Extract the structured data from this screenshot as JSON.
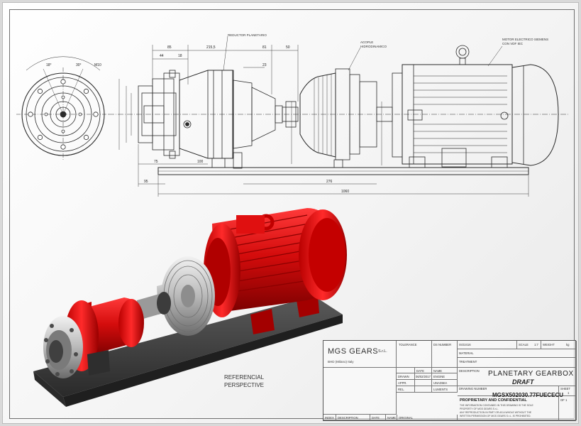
{
  "labels": {
    "reducer": "REDUCTOR PLANETARIO",
    "coupling_line1": "ACOPLE",
    "coupling_line2": "HIDRODINAMICO",
    "motor_line1": "MOTOR ELECTRICO SIEMENS",
    "motor_line2": "CON VDF IEC"
  },
  "dimensions": {
    "d1": "85",
    "d2": "215,5",
    "d3": "81",
    "d4": "50",
    "d5": "44",
    "d6": "18",
    "d7": "23",
    "d8": "75",
    "d9": "100",
    "d10": "95",
    "d11": "276",
    "d12": "1060",
    "d13": "M10",
    "d14": "18°",
    "d15": "30°"
  },
  "perspective_label_line1": "REFERENCIAL",
  "perspective_label_line2": "PERSPECTIVE",
  "title_block": {
    "company": "MGS GEARS",
    "company_suffix": "S.r.L.",
    "location": "BHD (Milano) Italy",
    "tolerance": "TOLERANCE",
    "ds_number": "DS NUMBER",
    "iso": "ISO2416",
    "scale_label": "SCALE",
    "scale_value": "1:7",
    "weight_label": "WEIGHT",
    "weight_unit": "kg",
    "material": "MATERIAL",
    "treatment": "TREATMENT",
    "date": "DATE",
    "name": "NAME",
    "drawn": "DRAWN",
    "drawn_date": "06/02/2017",
    "drawn_name": "ENGINE",
    "appr": "APPR.",
    "appr_name": "UNADMIA",
    "rel": "REL.",
    "rel_name": "LUMENTS",
    "description_label": "DESCRIPTION",
    "title_line1": "PLANETARY  GEARBOX",
    "title_line2": "DRAFT",
    "drawing_number_label": "DRAWING NUMBER",
    "drawing_number": "MGSX502030.77FUECECU",
    "sheet_label": "SHEET",
    "sheet_value": "1",
    "sheet_of": "OF 1",
    "proprietary": "PROPRIETARY AND CONFIDENTIAL",
    "prop_text1": "THE INFORMATION CONTAINED IN THIS DRAWING IS THE SOLE",
    "prop_text2": "PROPERTY OF MGS GEARS S.r.L.",
    "prop_text3": "ANY REPRODUCTION IN PART OR AS A WHOLE WITHOUT THE",
    "prop_text4": "WRITTEN PERMISSION OF MGS GEARS S.r.L. IS PROHIBITED.",
    "rev_index": "INDEX",
    "rev_description": "DESCRIPTION",
    "rev_date": "DATE",
    "rev_name": "NAME",
    "rev_original": "ORIGINAL"
  },
  "colors": {
    "assembly_red": "#d40c0c",
    "base_gray": "#3a3a3a",
    "line": "#2a2a2a"
  }
}
